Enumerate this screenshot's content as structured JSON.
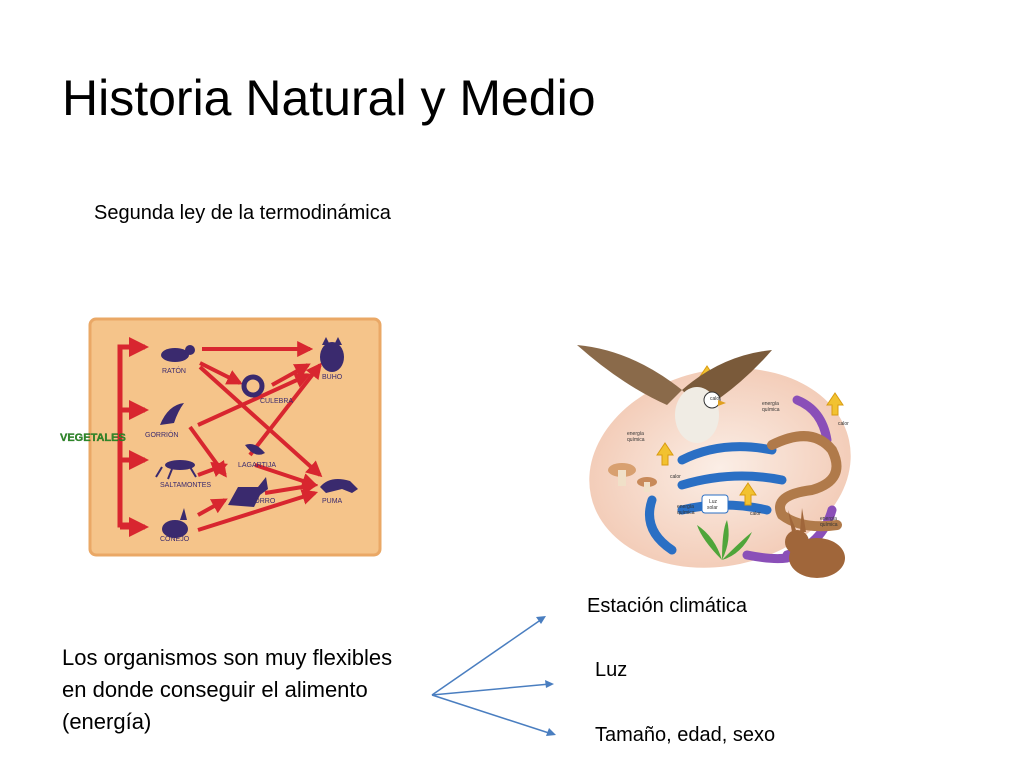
{
  "slide": {
    "title": "Historia Natural y Medio",
    "subtitle": "Segunda ley de la termodinámica",
    "body": "Los organismos son muy flexibles en donde conseguir el alimento (energía)",
    "bullets": [
      "Estación climática",
      "Luz",
      "Tamaño, edad, sexo"
    ]
  },
  "food_web": {
    "root_label": "VEGETALES",
    "nodes": [
      "RATÓN",
      "GORRIÓN",
      "SALTAMONTES",
      "CONEJO",
      "CULEBRA",
      "LAGARTIJA",
      "ZORRO",
      "BUHO",
      "PUMA"
    ],
    "colors": {
      "panel": "#f5c48a",
      "arrow": "#d8262f",
      "animal": "#3a2a6e",
      "root": "#2f8f2a"
    }
  },
  "energy_cycle": {
    "labels": {
      "calor": "calor",
      "energia": "energía",
      "quimica": "química",
      "luz": "Luz",
      "solar": "solar"
    },
    "colors": {
      "blue": "#2a6fc4",
      "purple": "#8a4fb8",
      "yellow": "#f2c230",
      "background": "#f7d9c9"
    }
  },
  "connector": {
    "color": "#4a7ec0"
  }
}
